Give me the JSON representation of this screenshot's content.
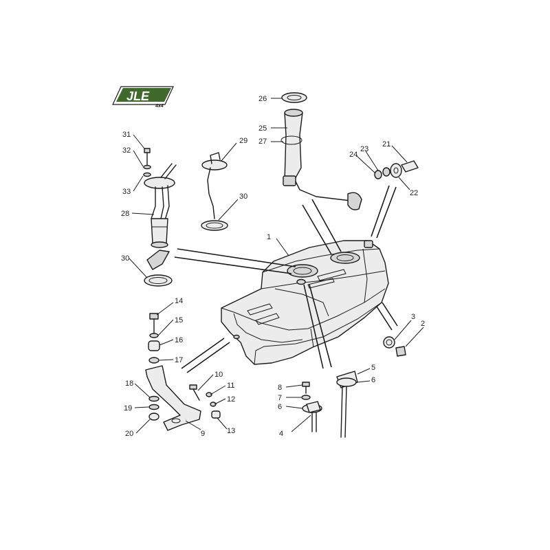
{
  "logo": {
    "brand": "JLE",
    "sub": "4x4"
  },
  "callouts": [
    "1",
    "2",
    "3",
    "4",
    "5",
    "6",
    "6",
    "7",
    "8",
    "9",
    "10",
    "11",
    "12",
    "13",
    "14",
    "15",
    "16",
    "17",
    "18",
    "19",
    "20",
    "21",
    "22",
    "23",
    "24",
    "25",
    "26",
    "27",
    "28",
    "29",
    "30",
    "30",
    "31",
    "32",
    "33"
  ],
  "colors": {
    "line": "#1a1a1a",
    "fill": "#ececec",
    "logo_green": "#3f6a2c"
  }
}
